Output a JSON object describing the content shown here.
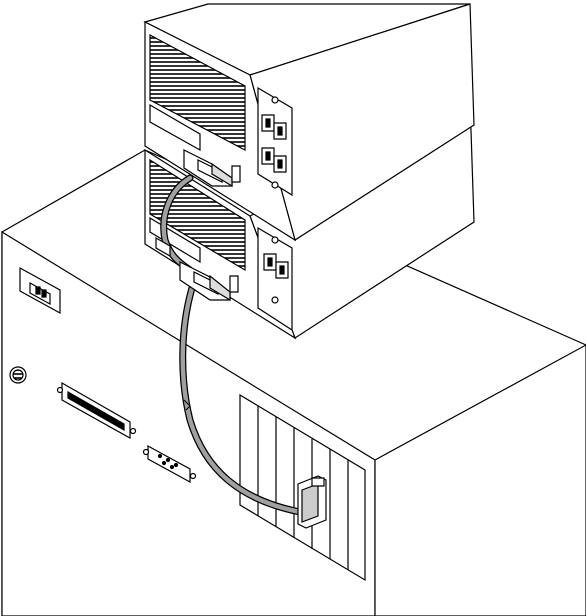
{
  "figure": {
    "kind": "line-art-illustration",
    "colors": {
      "stroke": "#000000",
      "fill": "#ffffff",
      "cable": "#9a9a9a"
    },
    "icons": [
      "host-computer",
      "expansion-unit-upper",
      "expansion-unit-lower",
      "daisy-chain-cable",
      "host-cable",
      "scsi-host-adapter-card",
      "power-inlet-icon",
      "parallel-port",
      "serial-port",
      "fan-vent"
    ]
  }
}
